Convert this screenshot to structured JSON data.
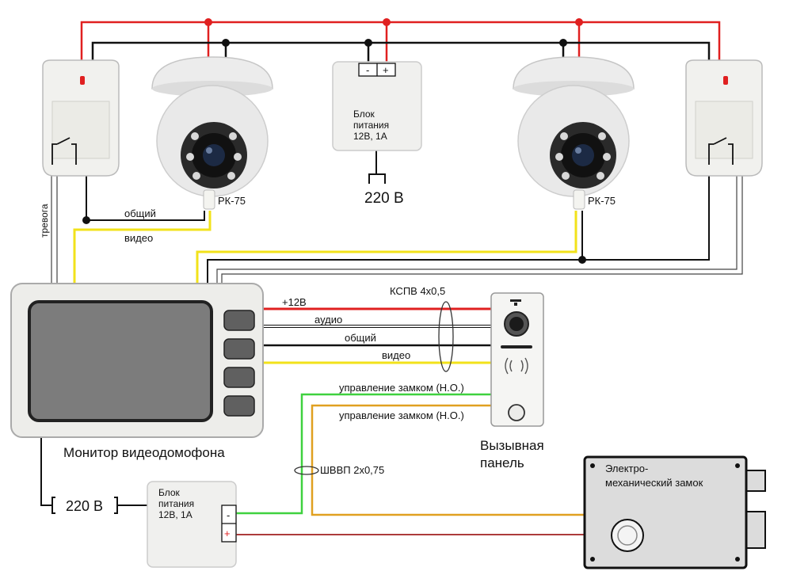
{
  "labels": {
    "rk75_left": "РК-75",
    "rk75_right": "РК-75",
    "common_top": "общий",
    "video_top": "видео",
    "alarm": "тревога",
    "psu_top_lines": [
      "Блок",
      "питания",
      "12В, 1А"
    ],
    "psu_top_minus": "-",
    "psu_top_plus": "+",
    "mains_top": "220 В",
    "kspv": "КСПВ 4x0,5",
    "wire_12v": "+12В",
    "wire_audio": "аудио",
    "wire_common": "общий",
    "wire_video": "видео",
    "lock_ctrl_1": "управление замком (Н.О.)",
    "lock_ctrl_2": "управление замком (Н.О.)",
    "monitor_caption": "Монитор видеодомофона",
    "call_panel_lines": [
      "Вызывная",
      "панель"
    ],
    "shvvp": "ШВВП 2x0,75",
    "mains_bottom": "220 В",
    "psu_bottom_lines": [
      "Блок",
      "питания",
      "12В, 1А"
    ],
    "psu_bottom_minus": "-",
    "psu_bottom_plus": "+",
    "lock_lines": [
      "Электро-",
      "механический замок"
    ]
  },
  "colors": {
    "power": "#e02020",
    "common": "#111111",
    "video": "#f2e21a",
    "audio": "#ffffff",
    "lock_ctrl_1": "#3fd13f",
    "lock_ctrl_2": "#e0a020"
  }
}
